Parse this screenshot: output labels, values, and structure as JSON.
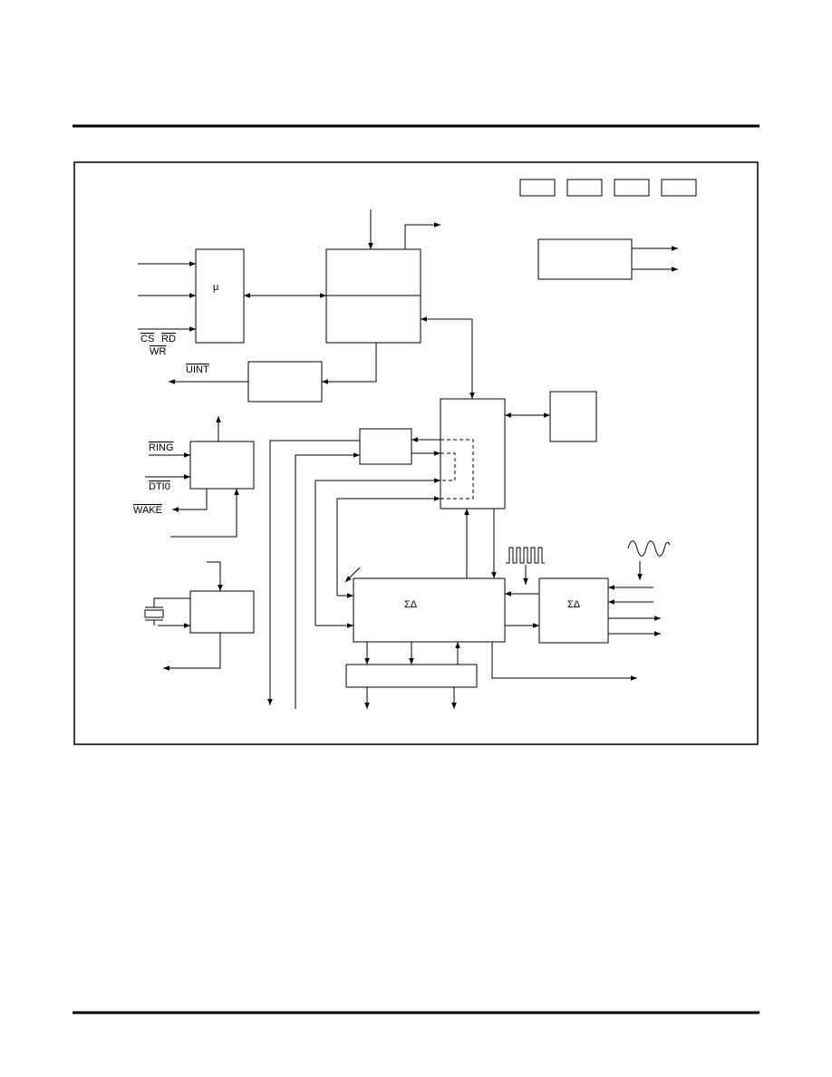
{
  "labels": {
    "mu": "μ",
    "sigma_delta_main": "ΣΔ",
    "sigma_delta_right": "ΣΔ",
    "cs": "CS",
    "rd": "RD",
    "wr": "WR",
    "uint": "UINT",
    "ring": "RING",
    "dti0": "DTI0",
    "wake": "WAKE"
  },
  "colors": {
    "ink": "#000000",
    "paper": "#ffffff"
  }
}
